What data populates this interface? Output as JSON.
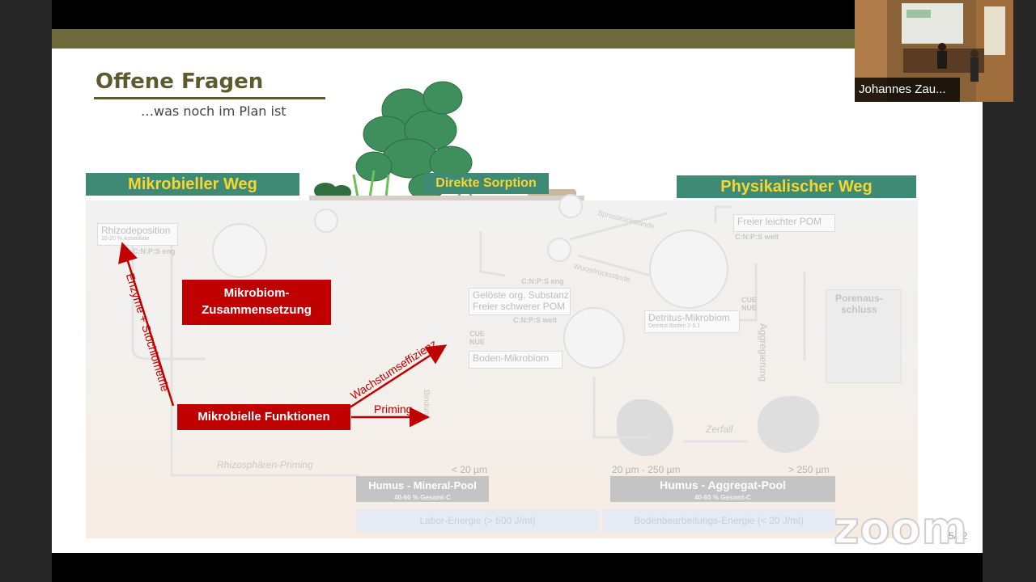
{
  "slide": {
    "title": "Offene Fragen",
    "subtitle": "…was noch im Plan ist",
    "page_number": "5/22"
  },
  "headers": {
    "left": "Mikrobieller Weg",
    "middle": "Direkte Sorption",
    "right": "Physikalischer Weg"
  },
  "red_labels": {
    "mikrobiom": "Mikrobiom-\nZusammensetzung",
    "funktionen": "Mikrobielle Funktionen",
    "enzyme": "Enzyme + Stöchiometrie",
    "wachstum": "Wachstumseffizienz",
    "priming": "Priming"
  },
  "faded": {
    "rhizodeposition": "Rhizodeposition",
    "rhizo_sub": "10-20 % Assimilate",
    "cnps_eng_left": "C:N:P:S eng",
    "cnps_eng_mid": "C:N:P:S eng",
    "geloeste_1": "Gelöste org. Substanz",
    "geloeste_2": "Freier schwerer POM",
    "cnps_weit_mid": "C:N:P:S weit",
    "cue_nue_mid": "CUE\nNUE",
    "boden_mikrobiom": "Boden-Mikrobiom",
    "freier_leichter": "Freier leichter POM",
    "cnps_weit_right": "C:N:P:S weit",
    "cue_nue_right": "CUE\nNUE",
    "detritus": "Detritus-Mikrobiom",
    "detritus_sub": "Detritus:Boden 2-5:1",
    "porenaus": "Porenaus-\nschluss",
    "aggregierung": "Aggregierung",
    "zerfall": "Zerfall",
    "rhizosphaeren": "Rhizosphären-Priming",
    "size_lt20": "< 20 µm",
    "size_20_250": "20 µm - 250 µm",
    "size_gt250": "> 250 µm",
    "sprossrueck": "Sprossrückstände",
    "wurzelrueck": "Wurzelrückstände",
    "bindung": "Bindung"
  },
  "pools": {
    "mineral": "Humus - Mineral-Pool",
    "mineral_sub": "40-60 % Gesamt-C",
    "aggregat": "Humus - Aggregat-Pool",
    "aggregat_sub": "40-60 % Gesamt-C"
  },
  "energy": {
    "labor": "Labor-Energie (> 500 J/ml)",
    "boden": "Bodenbearbeitungs-Energie (< 20 J/ml)"
  },
  "video": {
    "participant_name": "Johannes Zau..."
  },
  "brand": {
    "zoom": "zoom"
  },
  "colors": {
    "title": "#5c5a2e",
    "header_bg": "#3f8a74",
    "header_text": "#f7d632",
    "red": "#c00000",
    "band": "#6b6a3a"
  }
}
